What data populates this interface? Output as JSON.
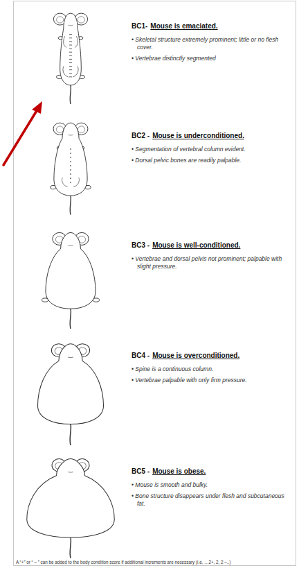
{
  "diagram": {
    "labels": [
      "BC1-",
      "Mouse is emaciated.",
      "• Skeletal structure extremely prominent; little or no flesh cover.",
      "• Vertebrae distinctly segmented",
      "BC2 -",
      "Mouse is underconditioned.",
      "• Segmentation of vertebral column evident.",
      "• Dorsal pelvic bones are readily palpable.",
      "BC3 -",
      "Mouse is well-conditioned.",
      "• Vertebrae and dorsal pelvis not prominent; palpable with slight pressure.",
      "BC4 -",
      "Mouse is overconditioned.",
      "• Spine is a continuous column.",
      "• Vertebrae palpable with only firm pressure.",
      "BC5 -",
      "Mouse is obese.",
      "• Mouse is smooth and bulky.",
      "• Bone structure disappears under flesh and subcutaneous fat.",
      "A “+” or “ – ” can be added to the body condition score if additional increments are necessary (i.e. …2+, 2, 2 –..)"
    ]
  }
}
